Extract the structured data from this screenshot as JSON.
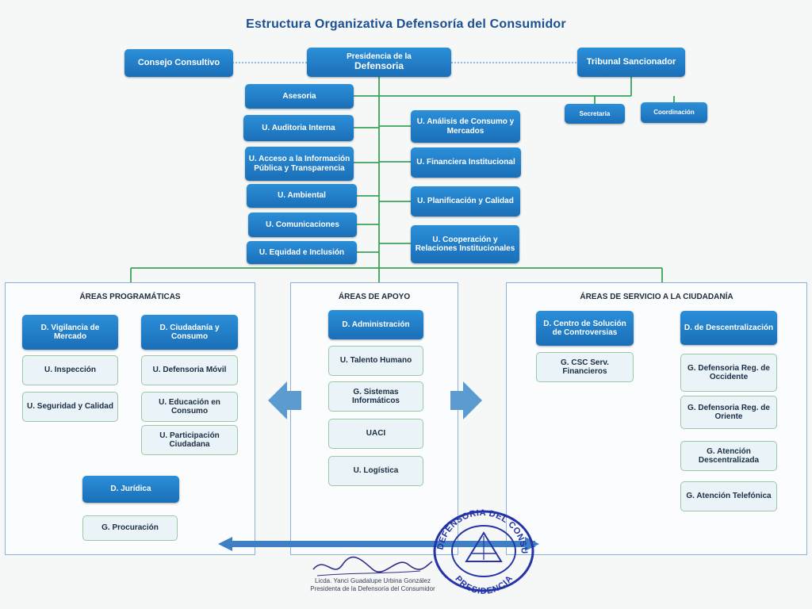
{
  "title": "Estructura Organizativa Defensoría del Consumidor",
  "top": {
    "consejo": "Consejo Consultivo",
    "presidencia_1": "Presidencia de la",
    "presidencia_2": "Defensoria",
    "tribunal": "Tribunal Sancionador",
    "secretaria": "Secretaria",
    "coordinacion": "Coordinación"
  },
  "left_units": [
    "Asesoria",
    "U. Auditoria Interna",
    "U. Acceso a la Información Pública y Transparencia",
    "U. Ambiental",
    "U. Comunicaciones",
    "U. Equidad e Inclusión"
  ],
  "right_units": [
    "U. Análisis de Consumo y Mercados",
    "U. Financiera Institucional",
    "U. Planificación y Calidad",
    "U. Cooperación y Relaciones Institucionales"
  ],
  "programaticas": {
    "heading": "ÁREAS PROGRAMÁTICAS",
    "vigilancia": "D. Vigilancia de Mercado",
    "inspeccion": "U. Inspección",
    "seguridad": "U. Seguridad y Calidad",
    "ciudadania": "D. Ciudadanía y Consumo",
    "movil": "U. Defensoria Móvil",
    "educacion": "U. Educación en Consumo",
    "participacion": "U. Participación Ciudadana",
    "juridica": "D. Jurídica",
    "procuracion": "G. Procuración"
  },
  "apoyo": {
    "heading": "ÁREAS DE APOYO",
    "administracion": "D. Administración",
    "talento": "U. Talento Humano",
    "sistemas": "G. Sistemas Informáticos",
    "uaci": "UACI",
    "logistica": "U. Logística"
  },
  "servicio": {
    "heading": "ÁREAS DE SERVICIO A LA CIUDADANÍA",
    "centro": "D. Centro de Solución de Controversias",
    "csc": "G. CSC Serv. Financieros",
    "descentralizacion": "D. de Descentralización",
    "occidente": "G. Defensoria Reg. de Occidente",
    "oriente": "G. Defensoria Reg. de Oriente",
    "atencion": "G. Atención Descentralizada",
    "telefonica": "G. Atención Telefónica"
  },
  "signature": {
    "name": "Licda. Yanci Guadalupe Urbina González",
    "role": "Presidenta de la Defensoría del Consumidor"
  },
  "seal": {
    "top_text": "DEFENSORIA DEL CONSUMIDOR",
    "bottom_text": "PRESIDENCIA"
  },
  "colors": {
    "box_blue": "#1a6fb8",
    "line_green": "#3aa35a",
    "title_blue": "#1a4f94",
    "seal_blue": "#2433a8"
  }
}
